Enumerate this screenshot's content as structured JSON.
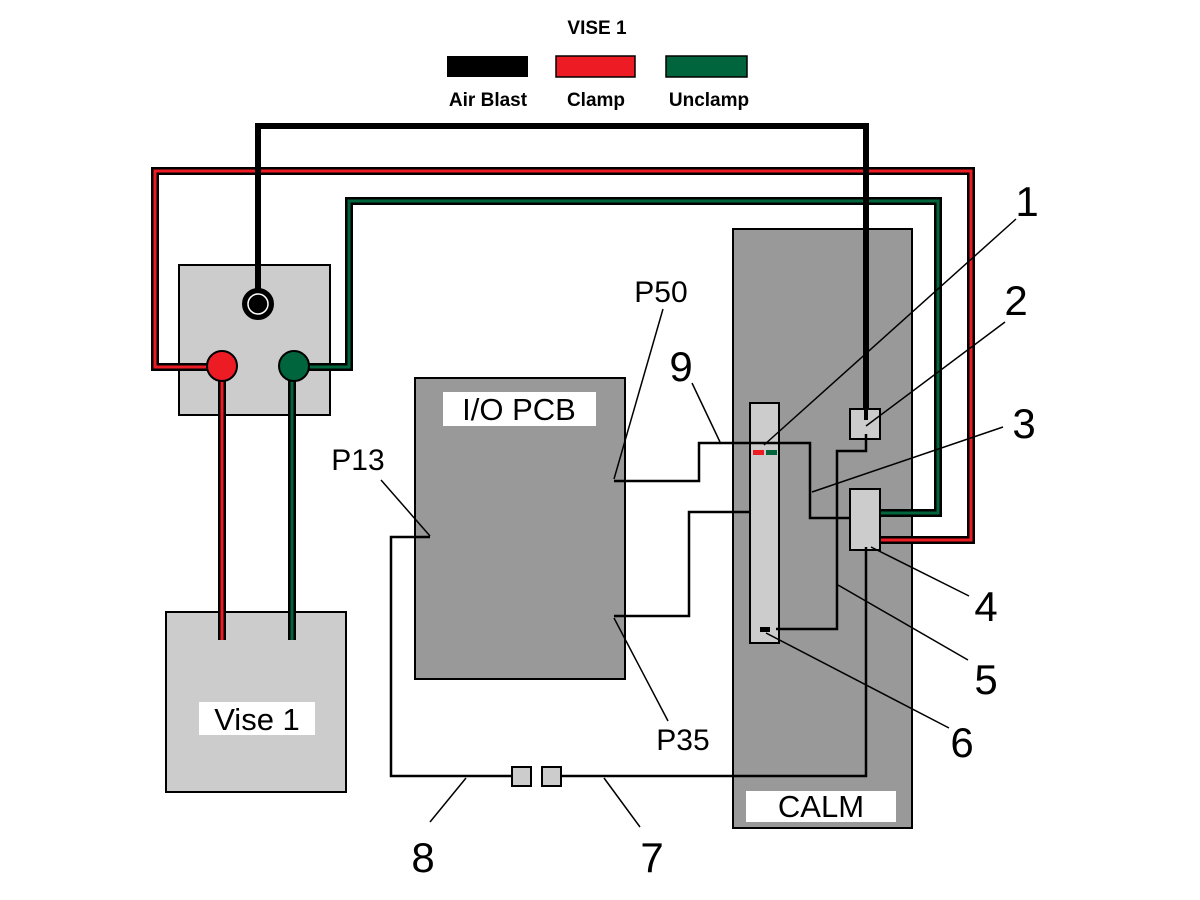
{
  "legend": {
    "title": "VISE 1",
    "items": [
      {
        "label": "Air Blast",
        "color": "#000000"
      },
      {
        "label": "Clamp",
        "color": "#ed1c24"
      },
      {
        "label": "Unclamp",
        "color": "#00643c"
      }
    ]
  },
  "components": {
    "io_pcb": "I/O PCB",
    "vise": "Vise 1",
    "calm": "CALM"
  },
  "ports": {
    "p50": "P50",
    "p13": "P13",
    "p35": "P35"
  },
  "callouts": [
    "1",
    "2",
    "3",
    "4",
    "5",
    "6",
    "7",
    "8",
    "9"
  ],
  "colors": {
    "air": "#000000",
    "clamp": "#ed1c24",
    "unclamp": "#00643c",
    "light_gray": "#cccccc",
    "mid_gray": "#999999"
  }
}
